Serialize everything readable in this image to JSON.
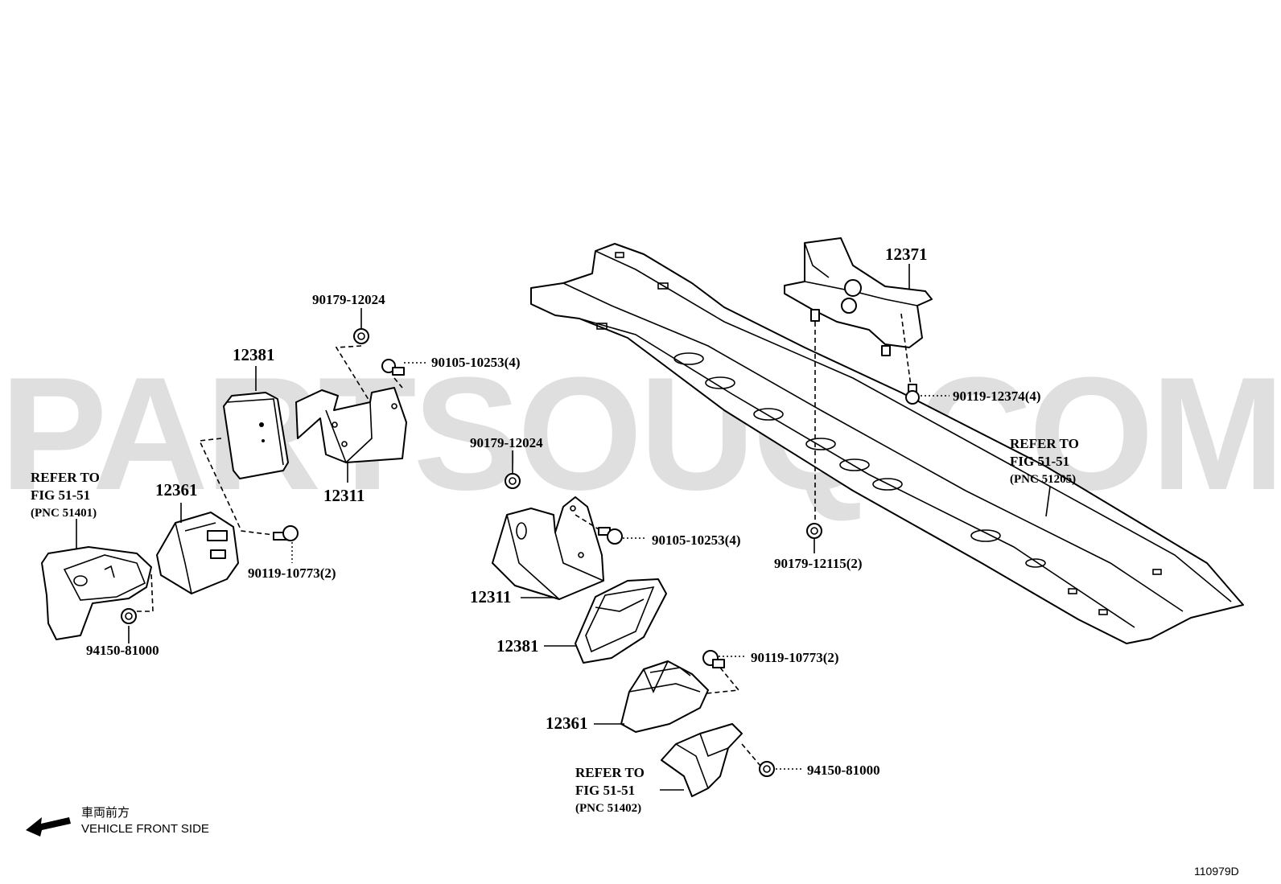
{
  "watermark": "PARTSOUQ.COM",
  "callouts": {
    "c1_12381": "12381",
    "c1_12311": "12311",
    "c1_12361": "12361",
    "c1_90179_12024": "90179-12024",
    "c1_90105_10253": "90105-10253(4)",
    "c1_90119_10773": "90119-10773(2)",
    "c1_94150_81000": "94150-81000",
    "c2_90179_12024": "90179-12024",
    "c2_90105_10253": "90105-10253(4)",
    "c2_12311": "12311",
    "c2_12381": "12381",
    "c2_90119_10773": "90119-10773(2)",
    "c2_12361": "12361",
    "c2_94150_81000": "94150-81000",
    "c3_12371": "12371",
    "c3_90119_12374": "90119-12374(4)",
    "c3_90179_12115": "90179-12115(2)"
  },
  "refs": {
    "left": {
      "line1": "REFER TO",
      "line2": "FIG 51-51",
      "line3": "(PNC 51401)"
    },
    "right": {
      "line1": "REFER TO",
      "line2": "FIG 51-51",
      "line3": "(PNC 51205)"
    },
    "bottom": {
      "line1": "REFER TO",
      "line2": "FIG 51-51",
      "line3": "(PNC 51402)"
    }
  },
  "direction": {
    "japanese": "車両前方",
    "english": "VEHICLE FRONT SIDE"
  },
  "figure_code": "110979D"
}
